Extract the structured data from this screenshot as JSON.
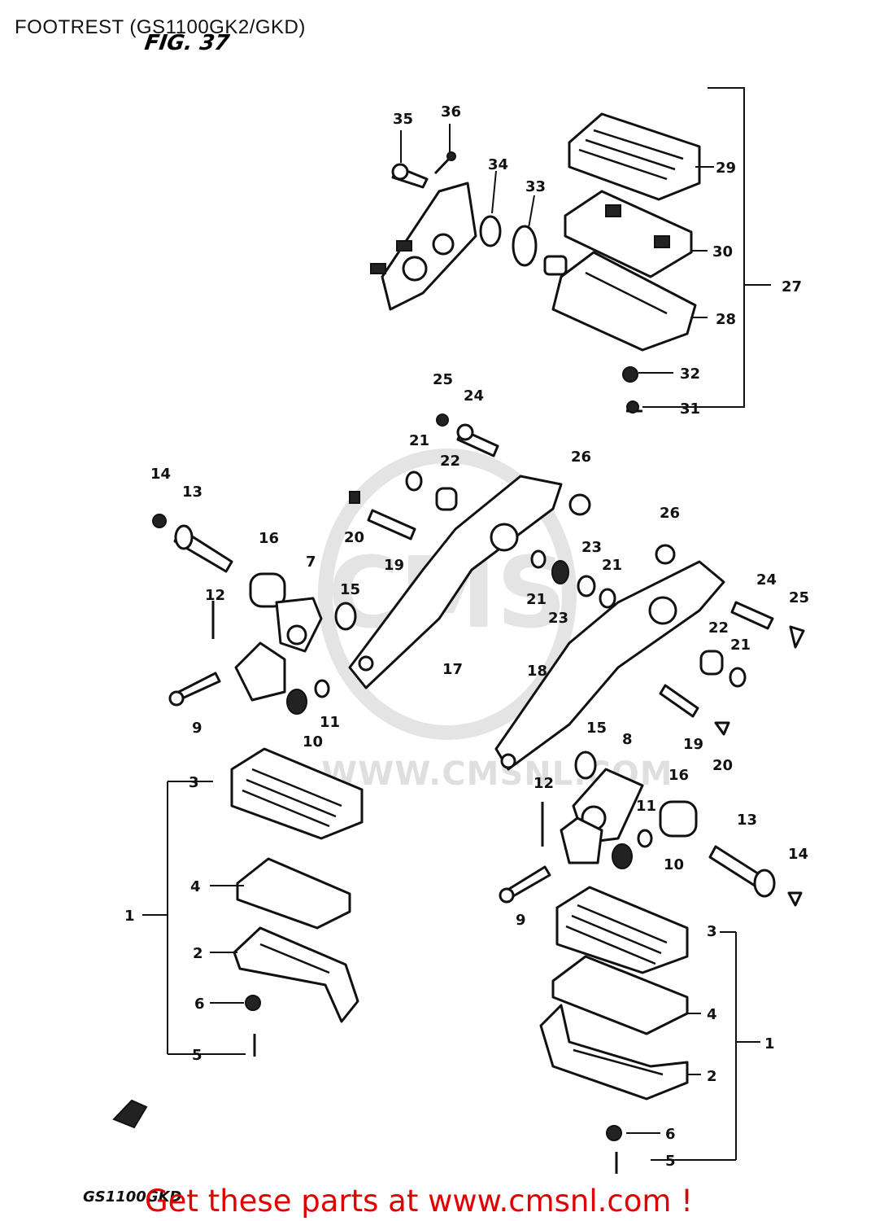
{
  "title": "FOOTREST (GS1100GK2/GKD)",
  "figure": "FIG. 37",
  "watermark": {
    "text": "WWW.CMSNL.COM"
  },
  "callouts": [
    {
      "id": "c35",
      "text": "35"
    },
    {
      "id": "c36",
      "text": "36"
    },
    {
      "id": "c34",
      "text": "34"
    },
    {
      "id": "c33",
      "text": "33"
    },
    {
      "id": "c29",
      "text": "29"
    },
    {
      "id": "c30",
      "text": "30"
    },
    {
      "id": "c27",
      "text": "27"
    },
    {
      "id": "c28",
      "text": "28"
    },
    {
      "id": "c32",
      "text": "32"
    },
    {
      "id": "c31",
      "text": "31"
    },
    {
      "id": "c25a",
      "text": "25"
    },
    {
      "id": "c24a",
      "text": "24"
    },
    {
      "id": "c21a",
      "text": "21"
    },
    {
      "id": "c22a",
      "text": "22"
    },
    {
      "id": "c26a",
      "text": "26"
    },
    {
      "id": "c14a",
      "text": "14"
    },
    {
      "id": "c13a",
      "text": "13"
    },
    {
      "id": "c16a",
      "text": "16"
    },
    {
      "id": "c20a",
      "text": "20"
    },
    {
      "id": "c19a",
      "text": "19"
    },
    {
      "id": "c7",
      "text": "7"
    },
    {
      "id": "c15a",
      "text": "15"
    },
    {
      "id": "c12a",
      "text": "12"
    },
    {
      "id": "c23a",
      "text": "23"
    },
    {
      "id": "c21b",
      "text": "21"
    },
    {
      "id": "c21c",
      "text": "21"
    },
    {
      "id": "c23b",
      "text": "23"
    },
    {
      "id": "c26b",
      "text": "26"
    },
    {
      "id": "c24b",
      "text": "24"
    },
    {
      "id": "c25b",
      "text": "25"
    },
    {
      "id": "c22b",
      "text": "22"
    },
    {
      "id": "c21d",
      "text": "21"
    },
    {
      "id": "c17",
      "text": "17"
    },
    {
      "id": "c18",
      "text": "18"
    },
    {
      "id": "c9a",
      "text": "9"
    },
    {
      "id": "c11a",
      "text": "11"
    },
    {
      "id": "c10a",
      "text": "10"
    },
    {
      "id": "c19b",
      "text": "19"
    },
    {
      "id": "c20b",
      "text": "20"
    },
    {
      "id": "c15b",
      "text": "15"
    },
    {
      "id": "c8",
      "text": "8"
    },
    {
      "id": "c16b",
      "text": "16"
    },
    {
      "id": "c12b",
      "text": "12"
    },
    {
      "id": "c11b",
      "text": "11"
    },
    {
      "id": "c13b",
      "text": "13"
    },
    {
      "id": "c10b",
      "text": "10"
    },
    {
      "id": "c14b",
      "text": "14"
    },
    {
      "id": "c9b",
      "text": "9"
    },
    {
      "id": "c3a",
      "text": "3"
    },
    {
      "id": "c4a",
      "text": "4"
    },
    {
      "id": "c1a",
      "text": "1"
    },
    {
      "id": "c2a",
      "text": "2"
    },
    {
      "id": "c6a",
      "text": "6"
    },
    {
      "id": "c5a",
      "text": "5"
    },
    {
      "id": "c3b",
      "text": "3"
    },
    {
      "id": "c4b",
      "text": "4"
    },
    {
      "id": "c1b",
      "text": "1"
    },
    {
      "id": "c2b",
      "text": "2"
    },
    {
      "id": "c6b",
      "text": "6"
    },
    {
      "id": "c5b",
      "text": "5"
    }
  ],
  "model_code": "GS1100GKD",
  "banner": "Get these parts at www.cmsnl.com !",
  "colors": {
    "banner": "#e00000",
    "ink": "#111111"
  }
}
